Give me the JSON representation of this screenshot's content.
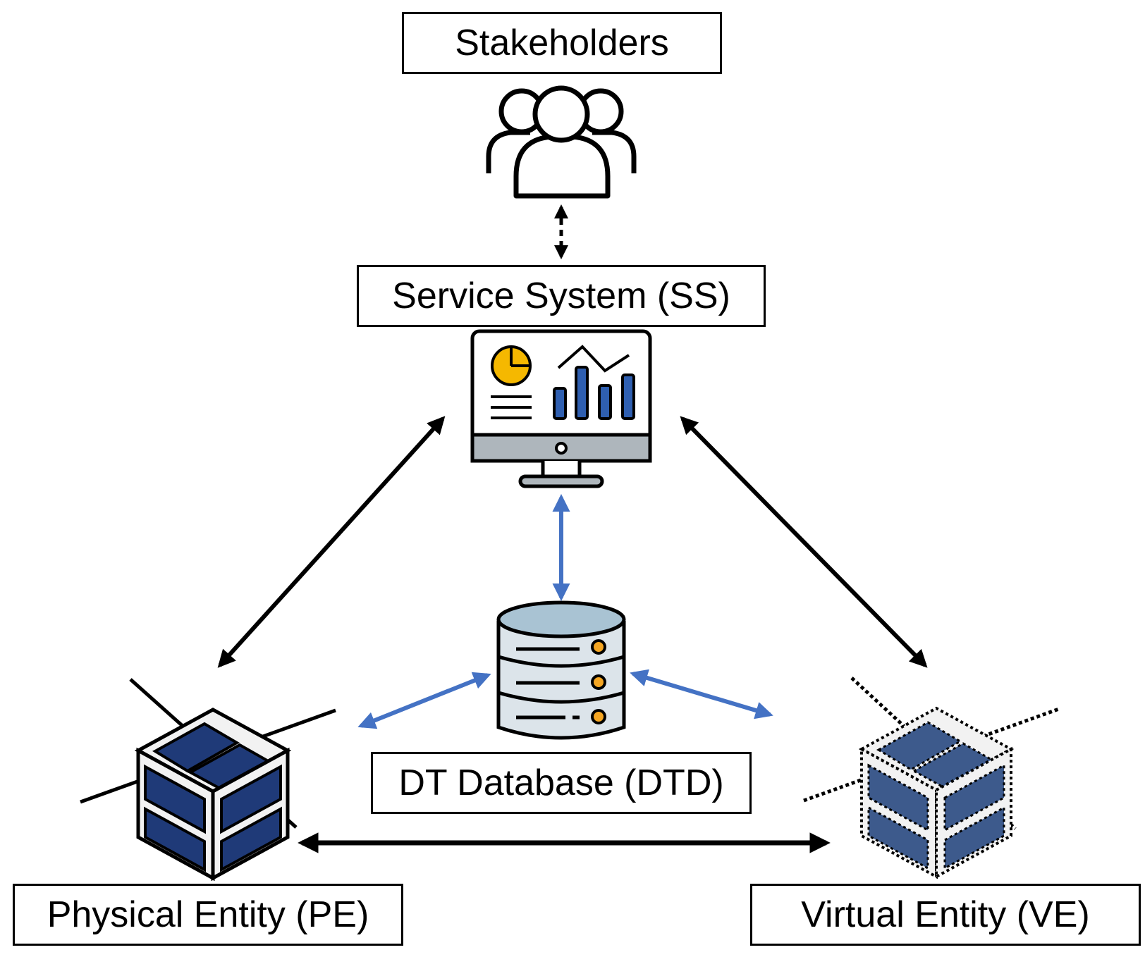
{
  "labels": {
    "stakeholders": "Stakeholders",
    "service_system": "Service System (SS)",
    "dt_database": "DT Database (DTD)",
    "physical_entity": "Physical Entity (PE)",
    "virtual_entity": "Virtual Entity (VE)"
  },
  "icons": {
    "stakeholders": "people-group-icon",
    "service_system": "dashboard-monitor-icon",
    "dt_database": "database-server-icon",
    "physical_entity": "satellite-cube-icon",
    "virtual_entity": "dotted-satellite-cube-icon"
  },
  "colors": {
    "line": "#000000",
    "blue_arrow": "#4472c4",
    "panel_dark": "#1f3a78",
    "panel_virtual": "#3d5a8c",
    "pie_yellow": "#f5b800",
    "bar_blue": "#2f5fb0",
    "server_body": "#dce4ea",
    "server_top": "#a9c3d3",
    "led_orange": "#f5a623",
    "monitor_stand": "#aeb6bc"
  }
}
